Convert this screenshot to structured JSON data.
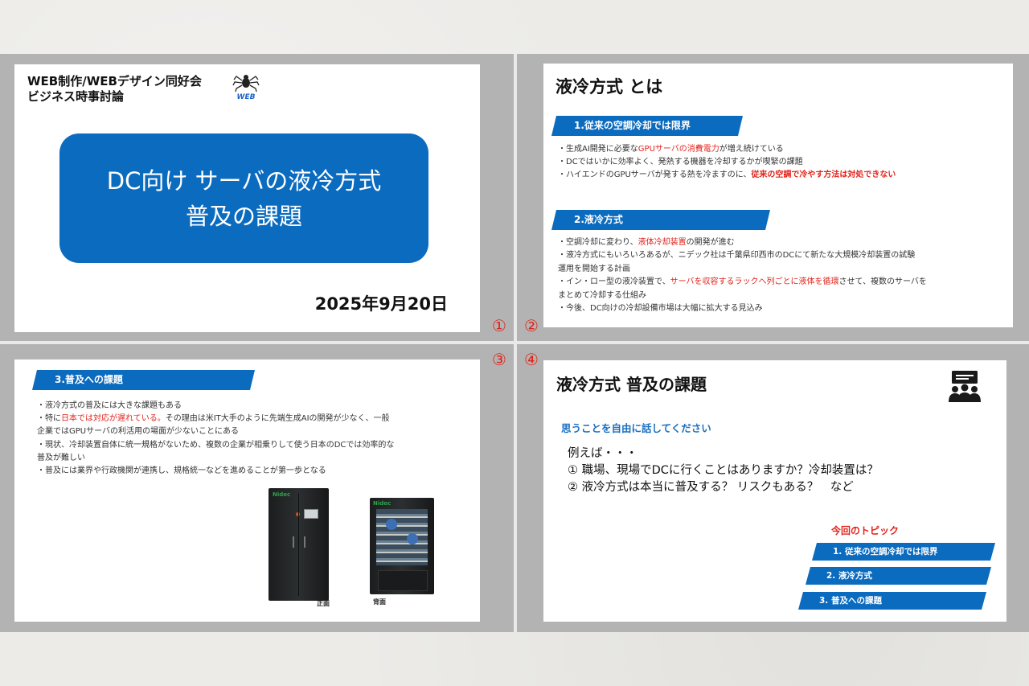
{
  "slide1": {
    "org_line1": "WEB制作/WEBデザイン同好会",
    "org_line2": "ビジネス時事討論",
    "logo_text": "WEB",
    "title_line1": "DC向け サーバの液冷方式",
    "title_line2": "普及の課題",
    "date": "2025年9月20日"
  },
  "slide2": {
    "title": "液冷方式 とは",
    "section1": {
      "heading": "1.従来の空調冷却では限界",
      "l1_a": "・生成AI開発に必要な",
      "l1_hl": "GPUサーバの消費電力",
      "l1_b": "が増え続けている",
      "l2": "・DCではいかに効率よく、発熱する機器を冷却するかが喫緊の課題",
      "l3_a": "・ハイエンドのGPUサーバが発する熱を冷ますのに、",
      "l3_hl": "従来の空調で冷やす方法は対処できない"
    },
    "section2": {
      "heading": "2.液冷方式",
      "l1_a": "・空調冷却に変わり、",
      "l1_hl": "液体冷却装置",
      "l1_b": "の開発が進む",
      "l2": "・液冷方式にもいろいろあるが、ニデック社は千葉県印西市のDCにて新たな大規模冷却装置の試験",
      "l3": "運用を開始する計画",
      "l4_a": "・イン・ロー型の液冷装置で、",
      "l4_hl": "サーバを収容するラックへ列ごとに液体を循環",
      "l4_b": "させて、複数のサーバを",
      "l5": "まとめて冷却する仕組み",
      "l6": "・今後、DC向けの冷却設備市場は大幅に拡大する見込み"
    }
  },
  "slide3": {
    "heading": "3.普及への課題",
    "l1": "・液冷方式の普及には大きな課題もある",
    "l2_a": "・特に",
    "l2_hl": "日本では対応が遅れている。",
    "l2_b": "その理由は米IT大手のように先端生成AIの開発が少なく、一般",
    "l3": "企業ではGPUサーバの利活用の場面が少ないことにある",
    "l4": "・現状、冷却装置自体に統一規格がないため、複数の企業が相乗りして使う日本のDCでは効率的な",
    "l5": "普及が難しい",
    "l6": "・普及には業界や行政機関が連携し、規格統一などを進めることが第一歩となる",
    "brand": "Nidec",
    "caption_front": "正面",
    "caption_back": "背面"
  },
  "slide4": {
    "title": "液冷方式 普及の課題",
    "subtitle": "思うことを自由に話してください",
    "body_l1": "例えば・・・",
    "body_l2": "① 職場、現場でDCに行くことはありますか？冷却装置は？",
    "body_l3": "② 液冷方式は本当に普及する？ リスクもある？　など",
    "topics_heading": "今回のトピック",
    "topics": [
      "1. 従来の空調冷却では限界",
      "2. 液冷方式",
      "3. 普及への課題"
    ]
  },
  "markers": [
    "①",
    "②",
    "③",
    "④"
  ],
  "colors": {
    "accent_blue": "#0b6bbf",
    "highlight_red": "#e2231a"
  }
}
